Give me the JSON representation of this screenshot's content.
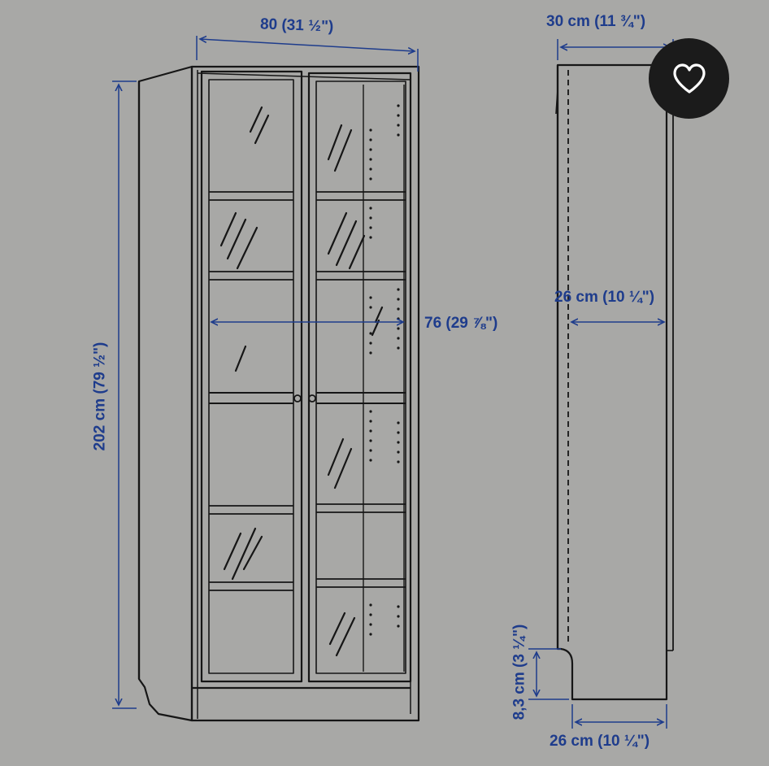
{
  "dimensions": {
    "cabinet_width": "80 (31 ½\")",
    "cabinet_height": "202 cm (79 ½\")",
    "inner_width": "76 (29 ⅞\")",
    "side_depth_total": "30 cm (11 ¾\")",
    "side_depth_inner": "26 cm (10 ¼\")",
    "plinth_height": "8,3 cm (3 ¼\")",
    "plinth_depth": "26 cm (10 ¼\")"
  },
  "colors": {
    "background": "#a8a8a6",
    "line": "#161616",
    "dimension": "#1e3c8c",
    "favorite_bg": "#1b1b1b",
    "favorite_icon": "#ffffff"
  },
  "icons": {
    "favorite": "heart-icon"
  }
}
